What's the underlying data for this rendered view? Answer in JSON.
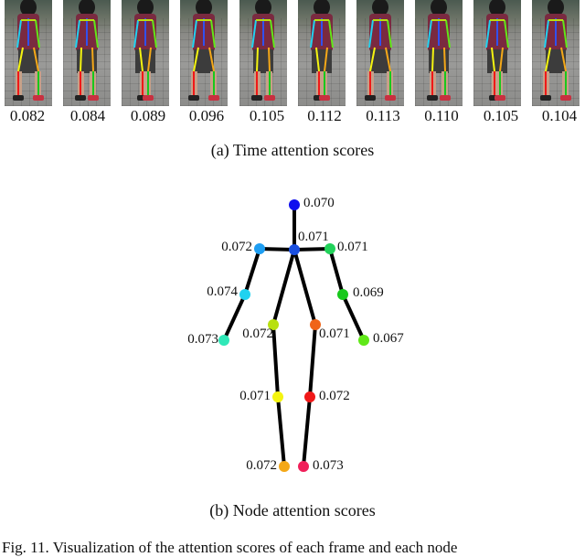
{
  "time_panel": {
    "scores": [
      "0.082",
      "0.084",
      "0.089",
      "0.096",
      "0.105",
      "0.112",
      "0.113",
      "0.110",
      "0.105",
      "0.104"
    ],
    "caption": "(a)  Time attention scores"
  },
  "node_panel": {
    "nodes": [
      {
        "id": "head",
        "label": "0.070",
        "color": "#1010ee"
      },
      {
        "id": "neck",
        "label": "0.071",
        "color": "#1a4fe0"
      },
      {
        "id": "right-shoulder",
        "label": "0.072",
        "color": "#1e9ef2"
      },
      {
        "id": "left-shoulder",
        "label": "0.071",
        "color": "#22d25a"
      },
      {
        "id": "right-elbow",
        "label": "0.074",
        "color": "#20d2f0"
      },
      {
        "id": "left-elbow",
        "label": "0.069",
        "color": "#18c81c"
      },
      {
        "id": "right-wrist",
        "label": "0.073",
        "color": "#30e8b8"
      },
      {
        "id": "left-wrist",
        "label": "0.067",
        "color": "#60e818"
      },
      {
        "id": "right-hip",
        "label": "0.072",
        "color": "#b8e010"
      },
      {
        "id": "left-hip",
        "label": "0.071",
        "color": "#f06418"
      },
      {
        "id": "right-knee",
        "label": "0.071",
        "color": "#f4f410"
      },
      {
        "id": "left-knee",
        "label": "0.072",
        "color": "#f01818"
      },
      {
        "id": "right-ankle",
        "label": "0.072",
        "color": "#f4a818"
      },
      {
        "id": "left-ankle",
        "label": "0.073",
        "color": "#f0205a"
      }
    ],
    "caption": "(b)  Node attention scores"
  },
  "figure_caption": "Fig. 11.   Visualization of the attention scores of each frame and each node"
}
